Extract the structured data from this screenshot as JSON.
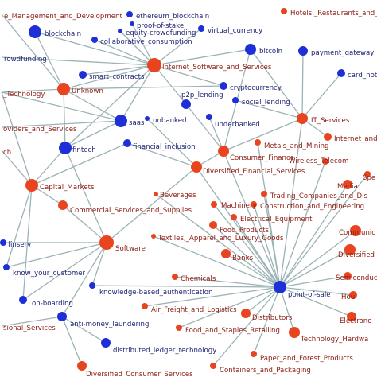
{
  "colors": {
    "technology": "#1e2fd8",
    "industry": "#e8441f",
    "edge": "#9bb3b5",
    "label": "#8b1a10"
  },
  "nodes": [
    {
      "id": "risk",
      "label": "e_Management_and_Development",
      "kind": "industry"
    },
    {
      "id": "ethereum",
      "label": "ethereum_blockchain",
      "kind": "technology"
    },
    {
      "id": "hotels",
      "label": "Hotels,_Restaurants_and_",
      "kind": "industry"
    },
    {
      "id": "pos_stake",
      "label": "proof-of-stake",
      "kind": "technology"
    },
    {
      "id": "blockchain",
      "label": "blockchain",
      "kind": "technology"
    },
    {
      "id": "eq_crowd",
      "label": "equity-crowdfunding",
      "kind": "technology"
    },
    {
      "id": "virtual",
      "label": "virtual_currency",
      "kind": "technology"
    },
    {
      "id": "collab",
      "label": "collaborative_consumption",
      "kind": "technology"
    },
    {
      "id": "crowdfunding",
      "label": "rowdfunding",
      "kind": "technology"
    },
    {
      "id": "bitcoin",
      "label": "bitcoin",
      "kind": "technology"
    },
    {
      "id": "paygw",
      "label": "payment_gateway",
      "kind": "technology"
    },
    {
      "id": "isw",
      "label": "Internet_Software_and_Services",
      "kind": "industry"
    },
    {
      "id": "smart",
      "label": "smart_contracts",
      "kind": "technology"
    },
    {
      "id": "cardnot",
      "label": "card_not",
      "kind": "technology"
    },
    {
      "id": "crypto",
      "label": "cryptocurrency",
      "kind": "technology"
    },
    {
      "id": "tech",
      "label": "_Technology",
      "kind": "industry"
    },
    {
      "id": "unknown",
      "label": "Unknown",
      "kind": "industry"
    },
    {
      "id": "social",
      "label": "social_lending",
      "kind": "technology"
    },
    {
      "id": "p2p",
      "label": "p2p_lending",
      "kind": "technology"
    },
    {
      "id": "itserv",
      "label": "IT_Services",
      "kind": "industry"
    },
    {
      "id": "providers",
      "label": "oviders_and_Services",
      "kind": "industry"
    },
    {
      "id": "saas",
      "label": "saas",
      "kind": "technology"
    },
    {
      "id": "unbanked",
      "label": "unbanked",
      "kind": "technology"
    },
    {
      "id": "underbanked",
      "label": "underbanked",
      "kind": "technology"
    },
    {
      "id": "inetand",
      "label": "Internet_and",
      "kind": "industry"
    },
    {
      "id": "metals",
      "label": "Metals_and_Mining",
      "kind": "industry"
    },
    {
      "id": "ch",
      "label": "ch",
      "kind": "industry"
    },
    {
      "id": "fintech",
      "label": "fintech",
      "kind": "technology"
    },
    {
      "id": "fininc",
      "label": "financial_inclusion",
      "kind": "technology"
    },
    {
      "id": "consfin",
      "label": "Consumer_Finance",
      "kind": "industry"
    },
    {
      "id": "wireless",
      "label": "Wireless_Telecom",
      "kind": "industry"
    },
    {
      "id": "divfin",
      "label": "Diversified_Financial_Services",
      "kind": "industry"
    },
    {
      "id": "spe",
      "label": "Spe",
      "kind": "industry"
    },
    {
      "id": "media",
      "label": "Media",
      "kind": "industry"
    },
    {
      "id": "capmkt",
      "label": "Capital_Markets",
      "kind": "industry"
    },
    {
      "id": "beverages",
      "label": "Beverages",
      "kind": "industry"
    },
    {
      "id": "trading",
      "label": "Trading_Companies_and_Dis",
      "kind": "industry"
    },
    {
      "id": "machinery",
      "label": "Machinery",
      "kind": "industry"
    },
    {
      "id": "construction",
      "label": "Construction_and_Engineering",
      "kind": "industry"
    },
    {
      "id": "commserv",
      "label": "Commercial_Services_and_Supplies",
      "kind": "industry"
    },
    {
      "id": "electrical",
      "label": "Electrical_Equipment",
      "kind": "industry"
    },
    {
      "id": "food",
      "label": "Food_Products",
      "kind": "industry"
    },
    {
      "id": "communic",
      "label": "Communic",
      "kind": "industry"
    },
    {
      "id": "textiles",
      "label": "Textiles,_Apparel_and_Luxury_Goods",
      "kind": "industry"
    },
    {
      "id": "finserv",
      "label": "finserv",
      "kind": "technology"
    },
    {
      "id": "software",
      "label": "Software",
      "kind": "industry"
    },
    {
      "id": "diversified",
      "label": "Diversified",
      "kind": "industry"
    },
    {
      "id": "banks",
      "label": "Banks",
      "kind": "industry"
    },
    {
      "id": "kyc",
      "label": "know_your_customer",
      "kind": "technology"
    },
    {
      "id": "chemicals",
      "label": "Chemicals",
      "kind": "industry"
    },
    {
      "id": "semicon",
      "label": "Semiconduc",
      "kind": "industry"
    },
    {
      "id": "kba",
      "label": "knowledge-based_authentication",
      "kind": "technology"
    },
    {
      "id": "pointofsale",
      "label": "point-of-sale",
      "kind": "technology"
    },
    {
      "id": "hou",
      "label": "Hou",
      "kind": "industry"
    },
    {
      "id": "onboarding",
      "label": "on-boarding",
      "kind": "technology"
    },
    {
      "id": "airfreight",
      "label": "Air_Freight_and_Logistics",
      "kind": "industry"
    },
    {
      "id": "electrono",
      "label": "Electrono",
      "kind": "industry"
    },
    {
      "id": "distributors",
      "label": "Distributors",
      "kind": "industry"
    },
    {
      "id": "sional",
      "label": "sional_Services",
      "kind": "industry"
    },
    {
      "id": "aml",
      "label": "anti-money_laundering",
      "kind": "technology"
    },
    {
      "id": "foodstaples",
      "label": "Food_and_Staples_Retailing",
      "kind": "industry"
    },
    {
      "id": "techhw",
      "label": "Technology_Hardwa",
      "kind": "industry"
    },
    {
      "id": "dlt",
      "label": "distributed_ledger_technology",
      "kind": "technology"
    },
    {
      "id": "paper",
      "label": "Paper_and_Forest_Products",
      "kind": "industry"
    },
    {
      "id": "divcons",
      "label": "Diversified_Consumer_Services",
      "kind": "industry"
    },
    {
      "id": "containers",
      "label": "Containers_and_Packaging",
      "kind": "industry"
    }
  ],
  "edges": [
    [
      "blockchain",
      "isw"
    ],
    [
      "blockchain",
      "unknown"
    ],
    [
      "eq_crowd",
      "isw"
    ],
    [
      "virtual",
      "isw"
    ],
    [
      "collab",
      "isw"
    ],
    [
      "pos_stake",
      "isw"
    ],
    [
      "crowdfunding",
      "isw"
    ],
    [
      "smart",
      "isw"
    ],
    [
      "isw",
      "saas"
    ],
    [
      "isw",
      "unknown"
    ],
    [
      "isw",
      "crypto"
    ],
    [
      "isw",
      "fintech"
    ],
    [
      "bitcoin",
      "isw"
    ],
    [
      "bitcoin",
      "itserv"
    ],
    [
      "paygw",
      "itserv"
    ],
    [
      "cardnot",
      "itserv"
    ],
    [
      "bitcoin",
      "consfin"
    ],
    [
      "crypto",
      "unknown"
    ],
    [
      "social",
      "itserv"
    ],
    [
      "p2p",
      "isw"
    ],
    [
      "p2p",
      "consfin"
    ],
    [
      "underbanked",
      "consfin"
    ],
    [
      "unbanked",
      "divfin"
    ],
    [
      "saas",
      "unknown"
    ],
    [
      "saas",
      "tech"
    ],
    [
      "saas",
      "providers"
    ],
    [
      "saas",
      "fintech"
    ],
    [
      "fintech",
      "capmkt"
    ],
    [
      "fintech",
      "unknown"
    ],
    [
      "fininc",
      "divfin"
    ],
    [
      "fininc",
      "capmkt"
    ],
    [
      "consfin",
      "divfin"
    ],
    [
      "itserv",
      "consfin"
    ],
    [
      "itserv",
      "inetand"
    ],
    [
      "capmkt",
      "tech"
    ],
    [
      "capmkt",
      "ch"
    ],
    [
      "unknown",
      "tech"
    ],
    [
      "unknown",
      "risk"
    ],
    [
      "commserv",
      "capmkt"
    ],
    [
      "software",
      "fintech"
    ],
    [
      "software",
      "kyc"
    ],
    [
      "software",
      "commserv"
    ],
    [
      "software",
      "finserv"
    ],
    [
      "software",
      "onboarding"
    ],
    [
      "software",
      "aml"
    ],
    [
      "software",
      "kba"
    ],
    [
      "software",
      "divfin"
    ],
    [
      "onboarding",
      "capmkt"
    ],
    [
      "aml",
      "sional"
    ],
    [
      "aml",
      "dlt"
    ],
    [
      "aml",
      "divcons"
    ],
    [
      "kyc",
      "capmkt"
    ],
    [
      "pointofsale",
      "divfin"
    ],
    [
      "pointofsale",
      "beverages"
    ],
    [
      "pointofsale",
      "machinery"
    ],
    [
      "pointofsale",
      "construction"
    ],
    [
      "pointofsale",
      "electrical"
    ],
    [
      "pointofsale",
      "food"
    ],
    [
      "pointofsale",
      "textiles"
    ],
    [
      "pointofsale",
      "banks"
    ],
    [
      "pointofsale",
      "chemicals"
    ],
    [
      "pointofsale",
      "trading"
    ],
    [
      "pointofsale",
      "media"
    ],
    [
      "pointofsale",
      "wireless"
    ],
    [
      "pointofsale",
      "metals"
    ],
    [
      "pointofsale",
      "communic"
    ],
    [
      "pointofsale",
      "diversified"
    ],
    [
      "pointofsale",
      "semicon"
    ],
    [
      "pointofsale",
      "hou"
    ],
    [
      "pointofsale",
      "electrono"
    ],
    [
      "pointofsale",
      "techhw"
    ],
    [
      "pointofsale",
      "distributors"
    ],
    [
      "pointofsale",
      "airfreight"
    ],
    [
      "pointofsale",
      "foodstaples"
    ],
    [
      "pointofsale",
      "paper"
    ],
    [
      "pointofsale",
      "containers"
    ],
    [
      "pointofsale",
      "spe"
    ],
    [
      "pointofsale",
      "kba"
    ],
    [
      "pointofsale",
      "itserv"
    ],
    [
      "pointofsale",
      "consfin"
    ]
  ]
}
